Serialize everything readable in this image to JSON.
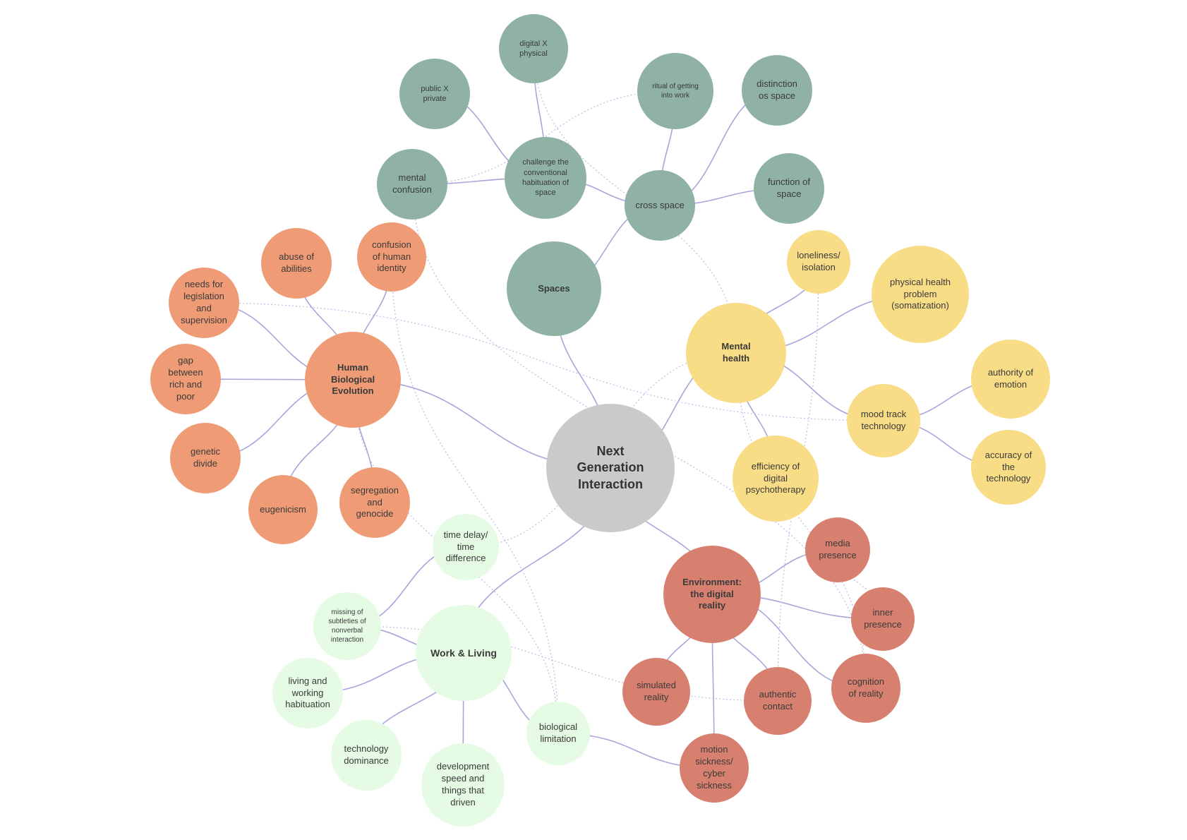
{
  "colors": {
    "center": "#cacaca",
    "spaces": "#8fb2a5",
    "mental": "#f8dc86",
    "human": "#ef9c76",
    "environment": "#d8806f",
    "work": "#e5fbe3",
    "link_solid": "#a7a6dc",
    "link_dotted": "#bcbbe6"
  },
  "nodes": [
    {
      "id": "center",
      "label": "Next\nGeneration\nInteraction",
      "group": "center",
      "role": "center"
    },
    {
      "id": "spaces",
      "label": "Spaces",
      "group": "spaces",
      "role": "hub"
    },
    {
      "id": "mental",
      "label": "Mental\nhealth",
      "group": "mental",
      "role": "hub"
    },
    {
      "id": "human",
      "label": "Human\nBiological\nEvolution",
      "group": "human",
      "role": "hub"
    },
    {
      "id": "environment",
      "label": "Environment:\nthe digital\nreality",
      "group": "environment",
      "role": "hub"
    },
    {
      "id": "work",
      "label": "Work & Living",
      "group": "work",
      "role": "hub"
    },
    {
      "id": "digital-x-physical",
      "label": "digital X\nphysical",
      "group": "spaces"
    },
    {
      "id": "public-x-private",
      "label": "public X\nprivate",
      "group": "spaces"
    },
    {
      "id": "ritual",
      "label": "ritual of getting\ninto work",
      "group": "spaces"
    },
    {
      "id": "distinction",
      "label": "distinction\nos space",
      "group": "spaces"
    },
    {
      "id": "challenge",
      "label": "challenge the\nconventional\nhabituation of\nspace",
      "group": "spaces"
    },
    {
      "id": "mental-confusion",
      "label": "mental\nconfusion",
      "group": "spaces"
    },
    {
      "id": "cross-space",
      "label": "cross space",
      "group": "spaces"
    },
    {
      "id": "function-space",
      "label": "function of\nspace",
      "group": "spaces"
    },
    {
      "id": "loneliness",
      "label": "loneliness/\nisolation",
      "group": "mental"
    },
    {
      "id": "physical-health",
      "label": "physical health\nproblem\n(somatization)",
      "group": "mental"
    },
    {
      "id": "authority",
      "label": "authority of\nemotion",
      "group": "mental"
    },
    {
      "id": "mood-track",
      "label": "mood track\ntechnology",
      "group": "mental"
    },
    {
      "id": "accuracy",
      "label": "accuracy of\nthe\ntechnology",
      "group": "mental"
    },
    {
      "id": "efficiency",
      "label": "efficiency of\ndigital\npsychotherapy",
      "group": "mental"
    },
    {
      "id": "abuse",
      "label": "abuse of\nabilities",
      "group": "human"
    },
    {
      "id": "confusion-identity",
      "label": "confusion\nof human\nidentity",
      "group": "human"
    },
    {
      "id": "legislation",
      "label": "needs for\nlegislation\nand\nsupervision",
      "group": "human"
    },
    {
      "id": "gap",
      "label": "gap\nbetween\nrich and\npoor",
      "group": "human"
    },
    {
      "id": "genetic",
      "label": "genetic\ndivide",
      "group": "human"
    },
    {
      "id": "eugenicism",
      "label": "eugenicism",
      "group": "human"
    },
    {
      "id": "segregation",
      "label": "segregation\nand\ngenocide",
      "group": "human"
    },
    {
      "id": "media-presence",
      "label": "media\npresence",
      "group": "environment"
    },
    {
      "id": "inner-presence",
      "label": "inner\npresence",
      "group": "environment"
    },
    {
      "id": "cognition",
      "label": "cognition\nof reality",
      "group": "environment"
    },
    {
      "id": "authentic",
      "label": "authentic\ncontact",
      "group": "environment"
    },
    {
      "id": "simulated",
      "label": "simulated\nreality",
      "group": "environment"
    },
    {
      "id": "motion",
      "label": "motion\nsickness/\ncyber\nsickness",
      "group": "environment"
    },
    {
      "id": "time-delay",
      "label": "time delay/\ntime\ndifference",
      "group": "work"
    },
    {
      "id": "missing",
      "label": "missing of\nsubtleties of\nnonverbal\ninteraction",
      "group": "work"
    },
    {
      "id": "living-working",
      "label": "living and\nworking\nhabituation",
      "group": "work"
    },
    {
      "id": "tech-dominance",
      "label": "technology\ndominance",
      "group": "work"
    },
    {
      "id": "development",
      "label": "development\nspeed and\nthings that\ndriven",
      "group": "work"
    },
    {
      "id": "bio-limitation",
      "label": "biological\nlimitation",
      "group": "work"
    }
  ],
  "links": [
    [
      "center",
      "spaces",
      "solid"
    ],
    [
      "center",
      "mental",
      "solid"
    ],
    [
      "center",
      "human",
      "solid"
    ],
    [
      "center",
      "environment",
      "solid"
    ],
    [
      "center",
      "work",
      "solid"
    ],
    [
      "spaces",
      "cross-space",
      "solid"
    ],
    [
      "cross-space",
      "ritual",
      "solid"
    ],
    [
      "cross-space",
      "distinction",
      "solid"
    ],
    [
      "cross-space",
      "function-space",
      "solid"
    ],
    [
      "cross-space",
      "challenge",
      "solid"
    ],
    [
      "challenge",
      "digital-x-physical",
      "solid"
    ],
    [
      "challenge",
      "public-x-private",
      "solid"
    ],
    [
      "challenge",
      "mental-confusion",
      "solid"
    ],
    [
      "mental",
      "loneliness",
      "solid"
    ],
    [
      "mental",
      "physical-health",
      "solid"
    ],
    [
      "mental",
      "mood-track",
      "solid"
    ],
    [
      "mental",
      "efficiency",
      "solid"
    ],
    [
      "mood-track",
      "authority",
      "solid"
    ],
    [
      "mood-track",
      "accuracy",
      "solid"
    ],
    [
      "human",
      "abuse",
      "solid"
    ],
    [
      "human",
      "confusion-identity",
      "solid"
    ],
    [
      "human",
      "legislation",
      "solid"
    ],
    [
      "human",
      "gap",
      "solid"
    ],
    [
      "human",
      "genetic",
      "solid"
    ],
    [
      "human",
      "eugenicism",
      "solid"
    ],
    [
      "human",
      "segregation",
      "solid"
    ],
    [
      "environment",
      "media-presence",
      "solid"
    ],
    [
      "environment",
      "inner-presence",
      "solid"
    ],
    [
      "environment",
      "cognition",
      "solid"
    ],
    [
      "environment",
      "authentic",
      "solid"
    ],
    [
      "environment",
      "simulated",
      "solid"
    ],
    [
      "environment",
      "motion",
      "solid"
    ],
    [
      "work",
      "missing",
      "solid"
    ],
    [
      "work",
      "living-working",
      "solid"
    ],
    [
      "work",
      "tech-dominance",
      "solid"
    ],
    [
      "work",
      "development",
      "solid"
    ],
    [
      "work",
      "bio-limitation",
      "solid"
    ],
    [
      "missing",
      "time-delay",
      "solid"
    ],
    [
      "bio-limitation",
      "motion",
      "solid"
    ],
    [
      "digital-x-physical",
      "mental",
      "dotted"
    ],
    [
      "mental-confusion",
      "ritual",
      "dotted"
    ],
    [
      "mental-confusion",
      "cognition",
      "dotted"
    ],
    [
      "legislation",
      "mood-track",
      "dotted"
    ],
    [
      "human",
      "bio-limitation",
      "dotted"
    ],
    [
      "confusion-identity",
      "bio-limitation",
      "dotted"
    ],
    [
      "time-delay",
      "mental",
      "dotted"
    ],
    [
      "missing",
      "authentic",
      "dotted"
    ],
    [
      "loneliness",
      "authentic",
      "dotted"
    ],
    [
      "mental",
      "cognition",
      "dotted"
    ],
    [
      "media-presence",
      "inner-presence",
      "dotted"
    ]
  ]
}
